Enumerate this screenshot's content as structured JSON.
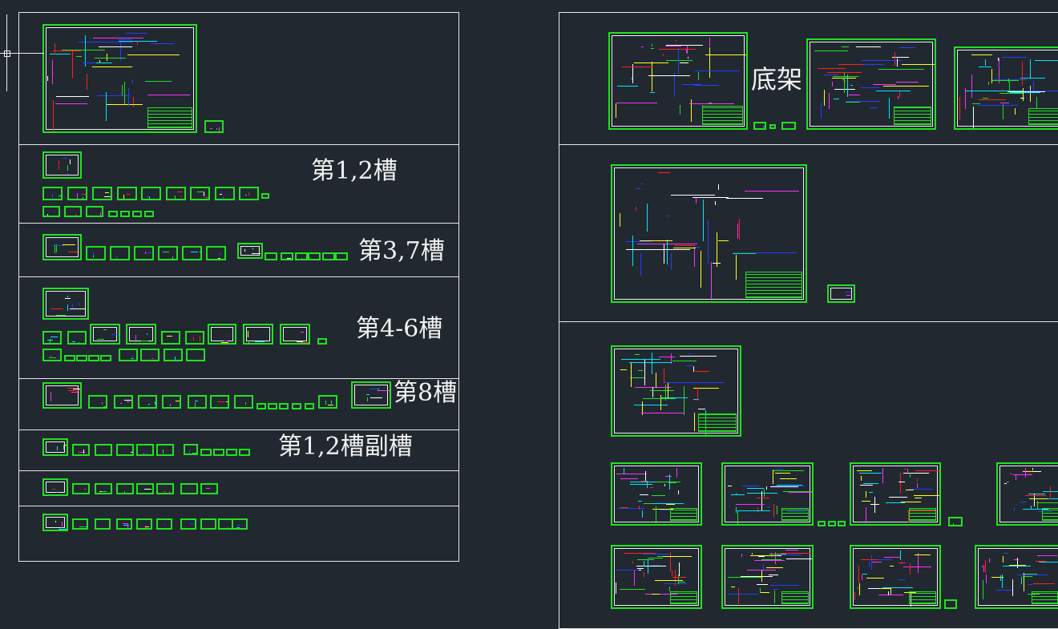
{
  "canvas": {
    "background": "#212830",
    "sheet_border_color": "#22e022"
  },
  "labels": {
    "slot_1_2": "第1,2槽",
    "slot_3_7": "第3,7槽",
    "slot_4_6": "第4-6槽",
    "slot_8": "第8槽",
    "slot_1_2_sub": "第1,2槽副槽",
    "base_frame": "底架"
  },
  "cursor": {
    "icon": "crosshair-icon"
  }
}
